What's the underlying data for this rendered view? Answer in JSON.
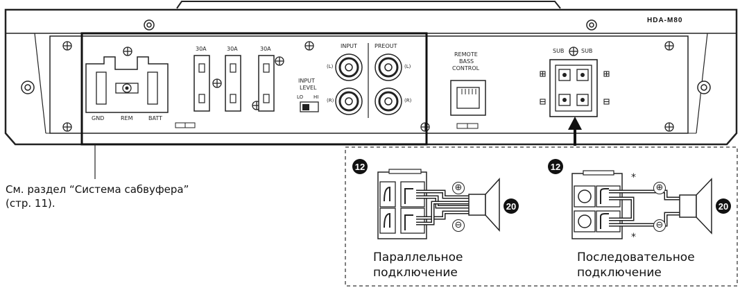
{
  "device": {
    "model": "HDA-M80",
    "fuses": [
      "30A",
      "30A",
      "30A"
    ],
    "power_terminals": [
      "GND",
      "REM",
      "BATT"
    ],
    "input_label": "INPUT",
    "preout_label": "PREOUT",
    "channel_left": "(L)",
    "channel_right": "(R)",
    "input_level": {
      "line1": "INPUT",
      "line2": "LEVEL",
      "lo": "LO",
      "hi": "HI"
    },
    "remote": {
      "line1": "REMOTE",
      "line2": "BASS",
      "line3": "CONTROL"
    },
    "sub_left": "SUB",
    "sub_right": "SUB"
  },
  "reference": {
    "line1": "См. раздел “Система сабвуфера”",
    "line2": "(стр. 11)."
  },
  "wiring": {
    "badge_connector": "12",
    "badge_speaker": "20",
    "plus": "⊕",
    "minus": "⊖",
    "asterisk": "*",
    "parallel": {
      "line1": "Параллельное",
      "line2": "подключение"
    },
    "series": {
      "line1": "Последовательное",
      "line2": "подключение"
    }
  }
}
